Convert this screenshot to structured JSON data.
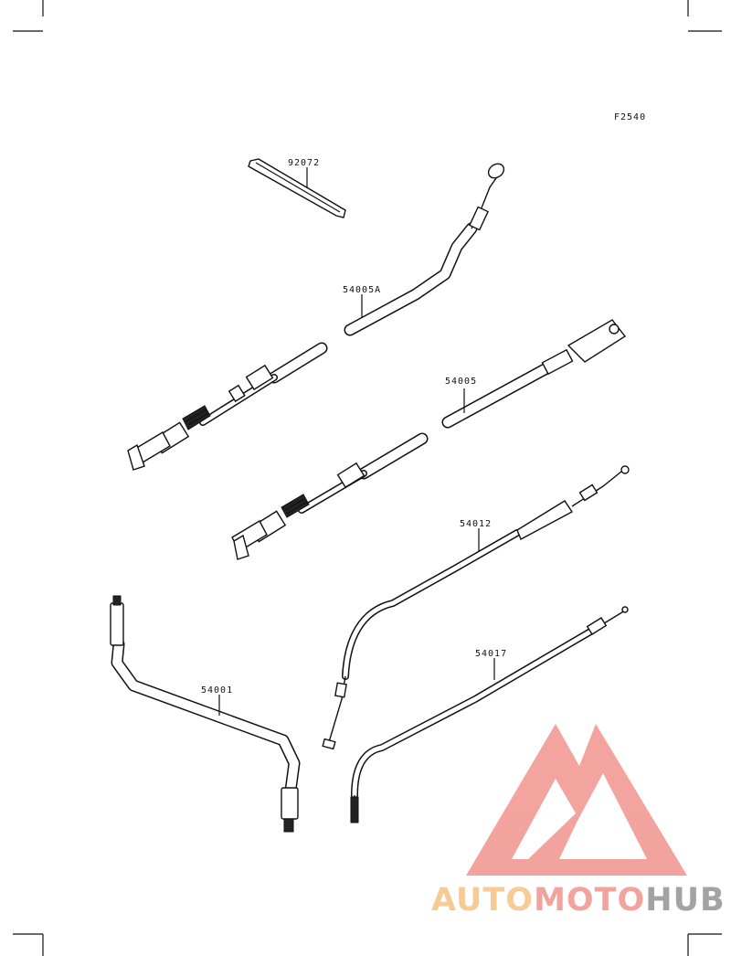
{
  "figure": {
    "code": "F2540"
  },
  "callouts": {
    "tie": "92072",
    "throttle_cable_a": "54005A",
    "throttle_cable": "54005",
    "clutch_cable": "54012",
    "speedometer_cable": "54001",
    "choke_cable": "54017"
  },
  "watermark": {
    "part1": "AUTO",
    "part2": "MOTO",
    "part3": "HUB",
    "color_triangle": "#f29a93",
    "color_auto": "#f6c68a",
    "color_moto": "#f29a93",
    "color_hub": "#9a9a9a"
  }
}
